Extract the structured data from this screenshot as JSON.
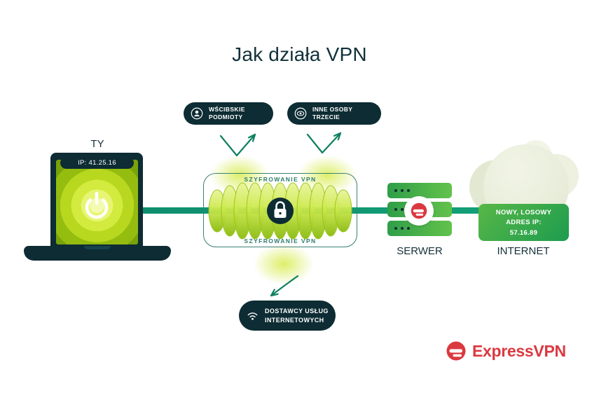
{
  "title": "Jak działa VPN",
  "you": {
    "label": "TY",
    "ip_badge": "IP: 41.25.16"
  },
  "tunnel": {
    "label_top": "SZYFROWANIE VPN",
    "label_bottom": "SZYFROWANIE VPN"
  },
  "threats": {
    "snoopers": {
      "line1": "WŚCIBSKIE",
      "line2": "PODMIOTY"
    },
    "third_parties": {
      "line1": "INNE OSOBY",
      "line2": "TRZECIE"
    },
    "isp": {
      "line1": "DOSTAWCY USŁUG",
      "line2": "INTERNETOWYCH"
    }
  },
  "server": {
    "label": "SERWER"
  },
  "internet": {
    "label": "INTERNET",
    "badge": {
      "line1": "NOWY, LOSOWY",
      "line2": "ADRES IP:",
      "line3": "57.16.89"
    }
  },
  "brand": {
    "name": "ExpressVPN"
  },
  "icons": [
    "power-icon",
    "padlock-icon",
    "spy-icon",
    "eye-icon",
    "wifi-icon",
    "expressvpn-mark-icon"
  ],
  "colors": {
    "dark_navy": "#0d2c33",
    "line_green": "#0f8e6d",
    "tunnel_teal": "#3a8173",
    "lime": "#cdea4e",
    "server_green": "#2f9e48",
    "badge_green": "#2aa64c",
    "brand_red": "#da3940"
  }
}
